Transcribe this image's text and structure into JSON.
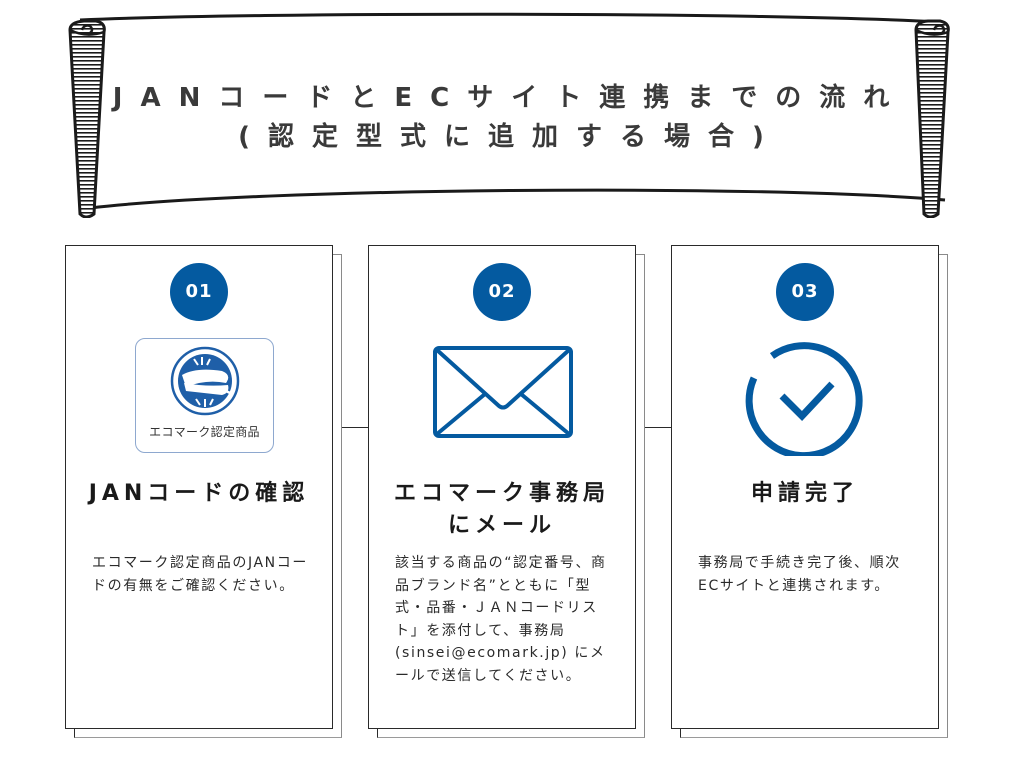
{
  "banner": {
    "title_line1": "JANコードとECサイト連携までの流れ",
    "title_line2": "(認定型式に追加する場合)"
  },
  "colors": {
    "accent": "#045aa0",
    "border": "#2a2a2a",
    "text": "#222222"
  },
  "steps": [
    {
      "number": "01",
      "icon": "ecomark-logo-icon",
      "icon_label": "エコマーク認定商品",
      "title": "JANコードの確認",
      "body": "エコマーク認定商品のJANコードの有無をご確認ください。"
    },
    {
      "number": "02",
      "icon": "envelope-icon",
      "title": "エコマーク事務局にメール",
      "body": "該当する商品の“認定番号、商品ブランド名”とともに「型式・品番・ＪＡＮコードリスト」を添付して、事務局(sinsei@ecomark.jp) にメールで送信してください。"
    },
    {
      "number": "03",
      "icon": "check-circle-icon",
      "title": "申請完了",
      "body": "事務局で手続き完了後、順次ECサイトと連携されます。"
    }
  ]
}
